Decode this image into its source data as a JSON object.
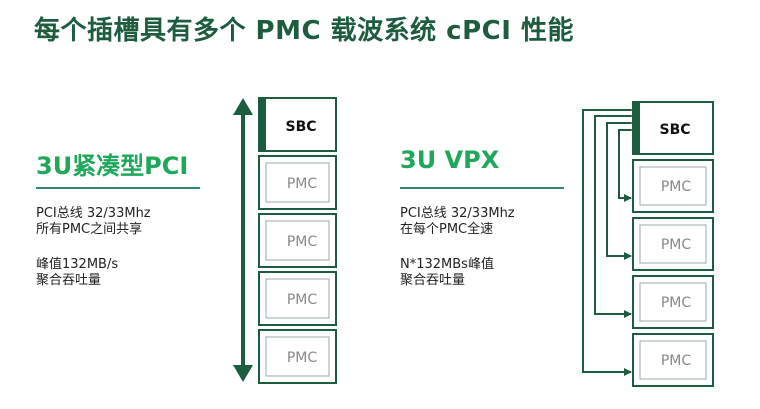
{
  "title": "每个插槽具有多个 PMC 载波系统 cPCI 性能",
  "left": {
    "heading": "3U紧凑型PCI",
    "lines": [
      "PCI总线 32/33Mhz",
      "所有PMC之间共享",
      "峰值132MB/s",
      "聚合吞吐量"
    ],
    "boards": [
      "SBC",
      "PMC",
      "PMC",
      "PMC",
      "PMC"
    ]
  },
  "right": {
    "heading": "3U VPX",
    "lines": [
      "PCI总线 32/33Mhz",
      "在每个PMC全速",
      "N*132MBs峰值",
      "聚合吞吐量"
    ],
    "boards": [
      "SBC",
      "PMC",
      "PMC",
      "PMC",
      "PMC"
    ]
  },
  "colors": {
    "dark_green": "#1d5c3f",
    "accent_green": "#20a85a",
    "border": "#1d5c3f"
  }
}
